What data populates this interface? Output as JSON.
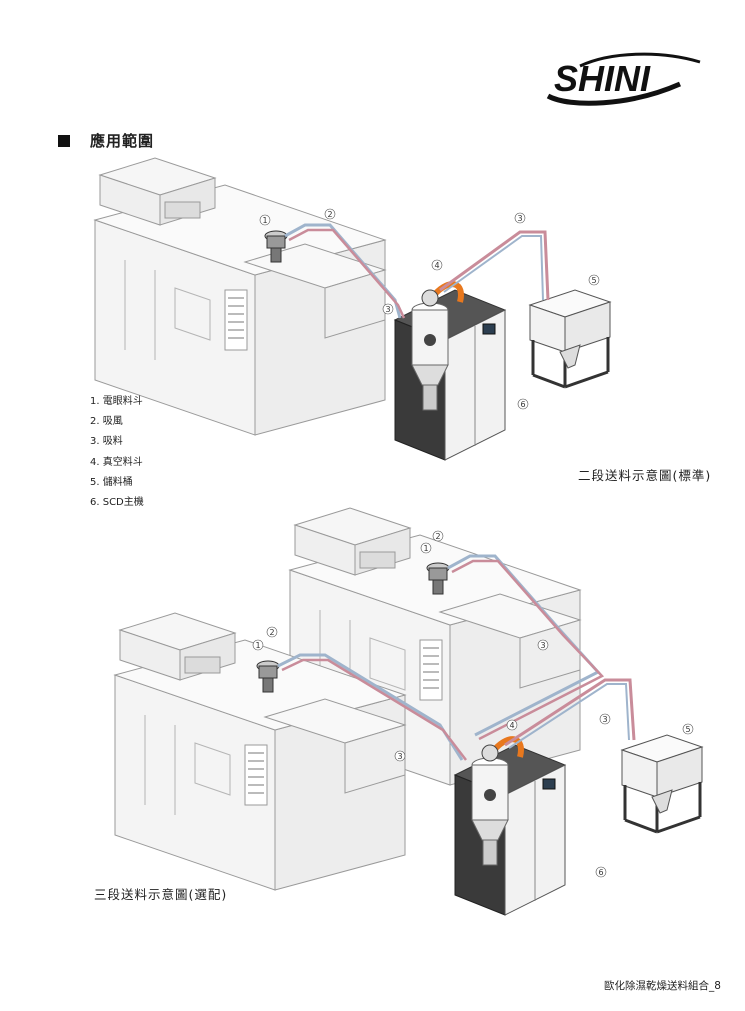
{
  "brand": {
    "logo_text": "SHINI"
  },
  "section": {
    "title": "應用範圍"
  },
  "legend": [
    "1. 電眼料斗",
    "2. 吸風",
    "3. 吸料",
    "4. 真空料斗",
    "5. 儲料桶",
    "6. SCD主機"
  ],
  "diagrams": [
    {
      "caption": "二段送料示意圖(標準)",
      "callouts": [
        "1",
        "2",
        "3",
        "3",
        "4",
        "5",
        "6"
      ]
    },
    {
      "caption": "三段送料示意圖(選配)",
      "callouts": [
        "1",
        "2",
        "1",
        "2",
        "3",
        "3",
        "3",
        "4",
        "5",
        "6"
      ]
    }
  ],
  "footer": {
    "page_label": "歐化除濕乾燥送料組合_8"
  },
  "colors": {
    "air_pipe": "#9fb4cc",
    "material_pipe": "#c98c9a",
    "hose": "#e8781e",
    "machine_line": "#9a9a9a",
    "dryer_dark": "#3a3a3a"
  }
}
